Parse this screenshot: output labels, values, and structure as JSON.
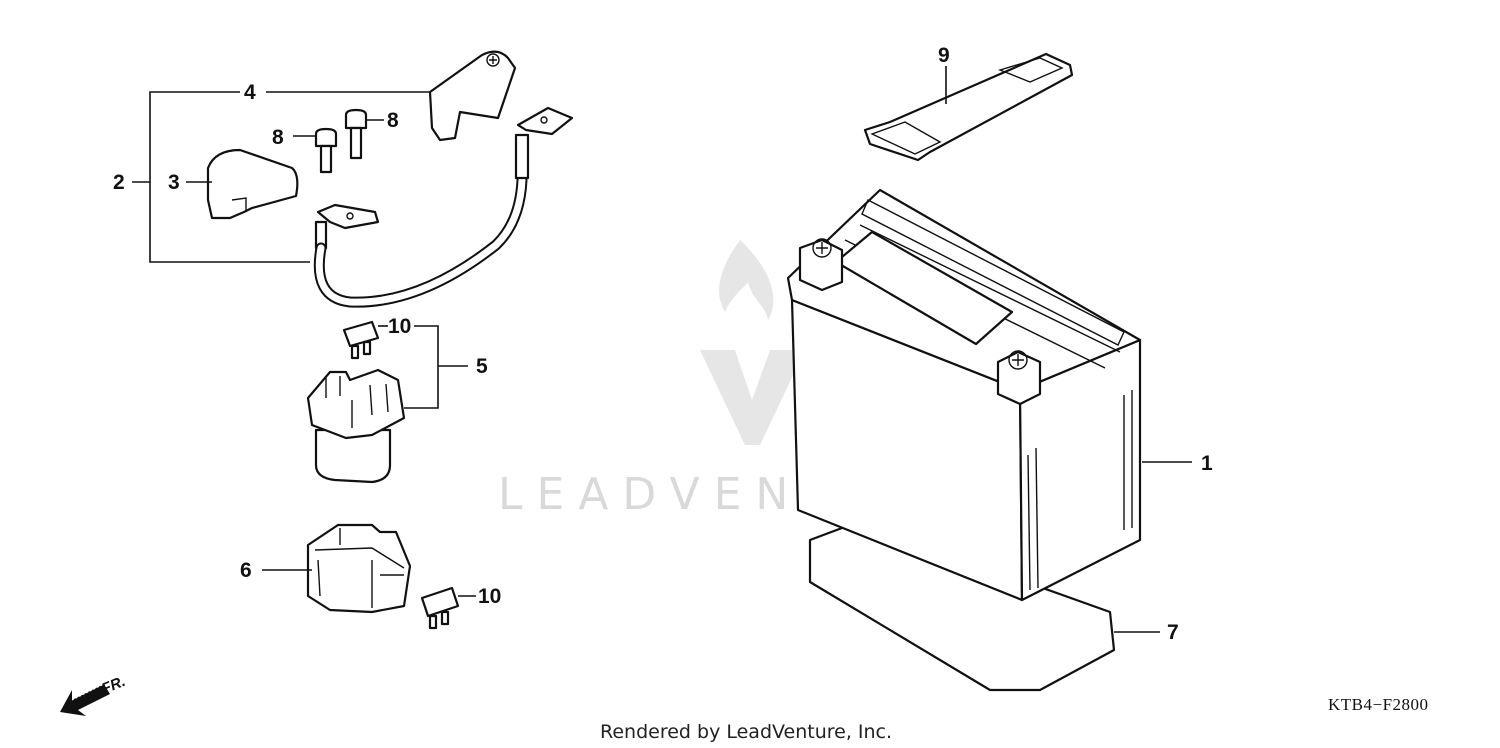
{
  "diagram": {
    "callouts": {
      "c1": "1",
      "c2": "2",
      "c3": "3",
      "c4": "4",
      "c5": "5",
      "c6": "6",
      "c7": "7",
      "c8a": "8",
      "c8b": "8",
      "c9": "9",
      "c10a": "10",
      "c10b": "10"
    },
    "ref_code": "KTB4−F2800",
    "direction_label": "FR.",
    "footer_credit": "Rendered by LeadVenture, Inc.",
    "watermark_text": "LEADVENTURE"
  },
  "colors": {
    "ink": "#111111",
    "watermark": "#d9d9d9",
    "paper": "#ffffff"
  },
  "icons": [
    "front-direction-arrow-icon",
    "leadventure-logo-icon"
  ]
}
